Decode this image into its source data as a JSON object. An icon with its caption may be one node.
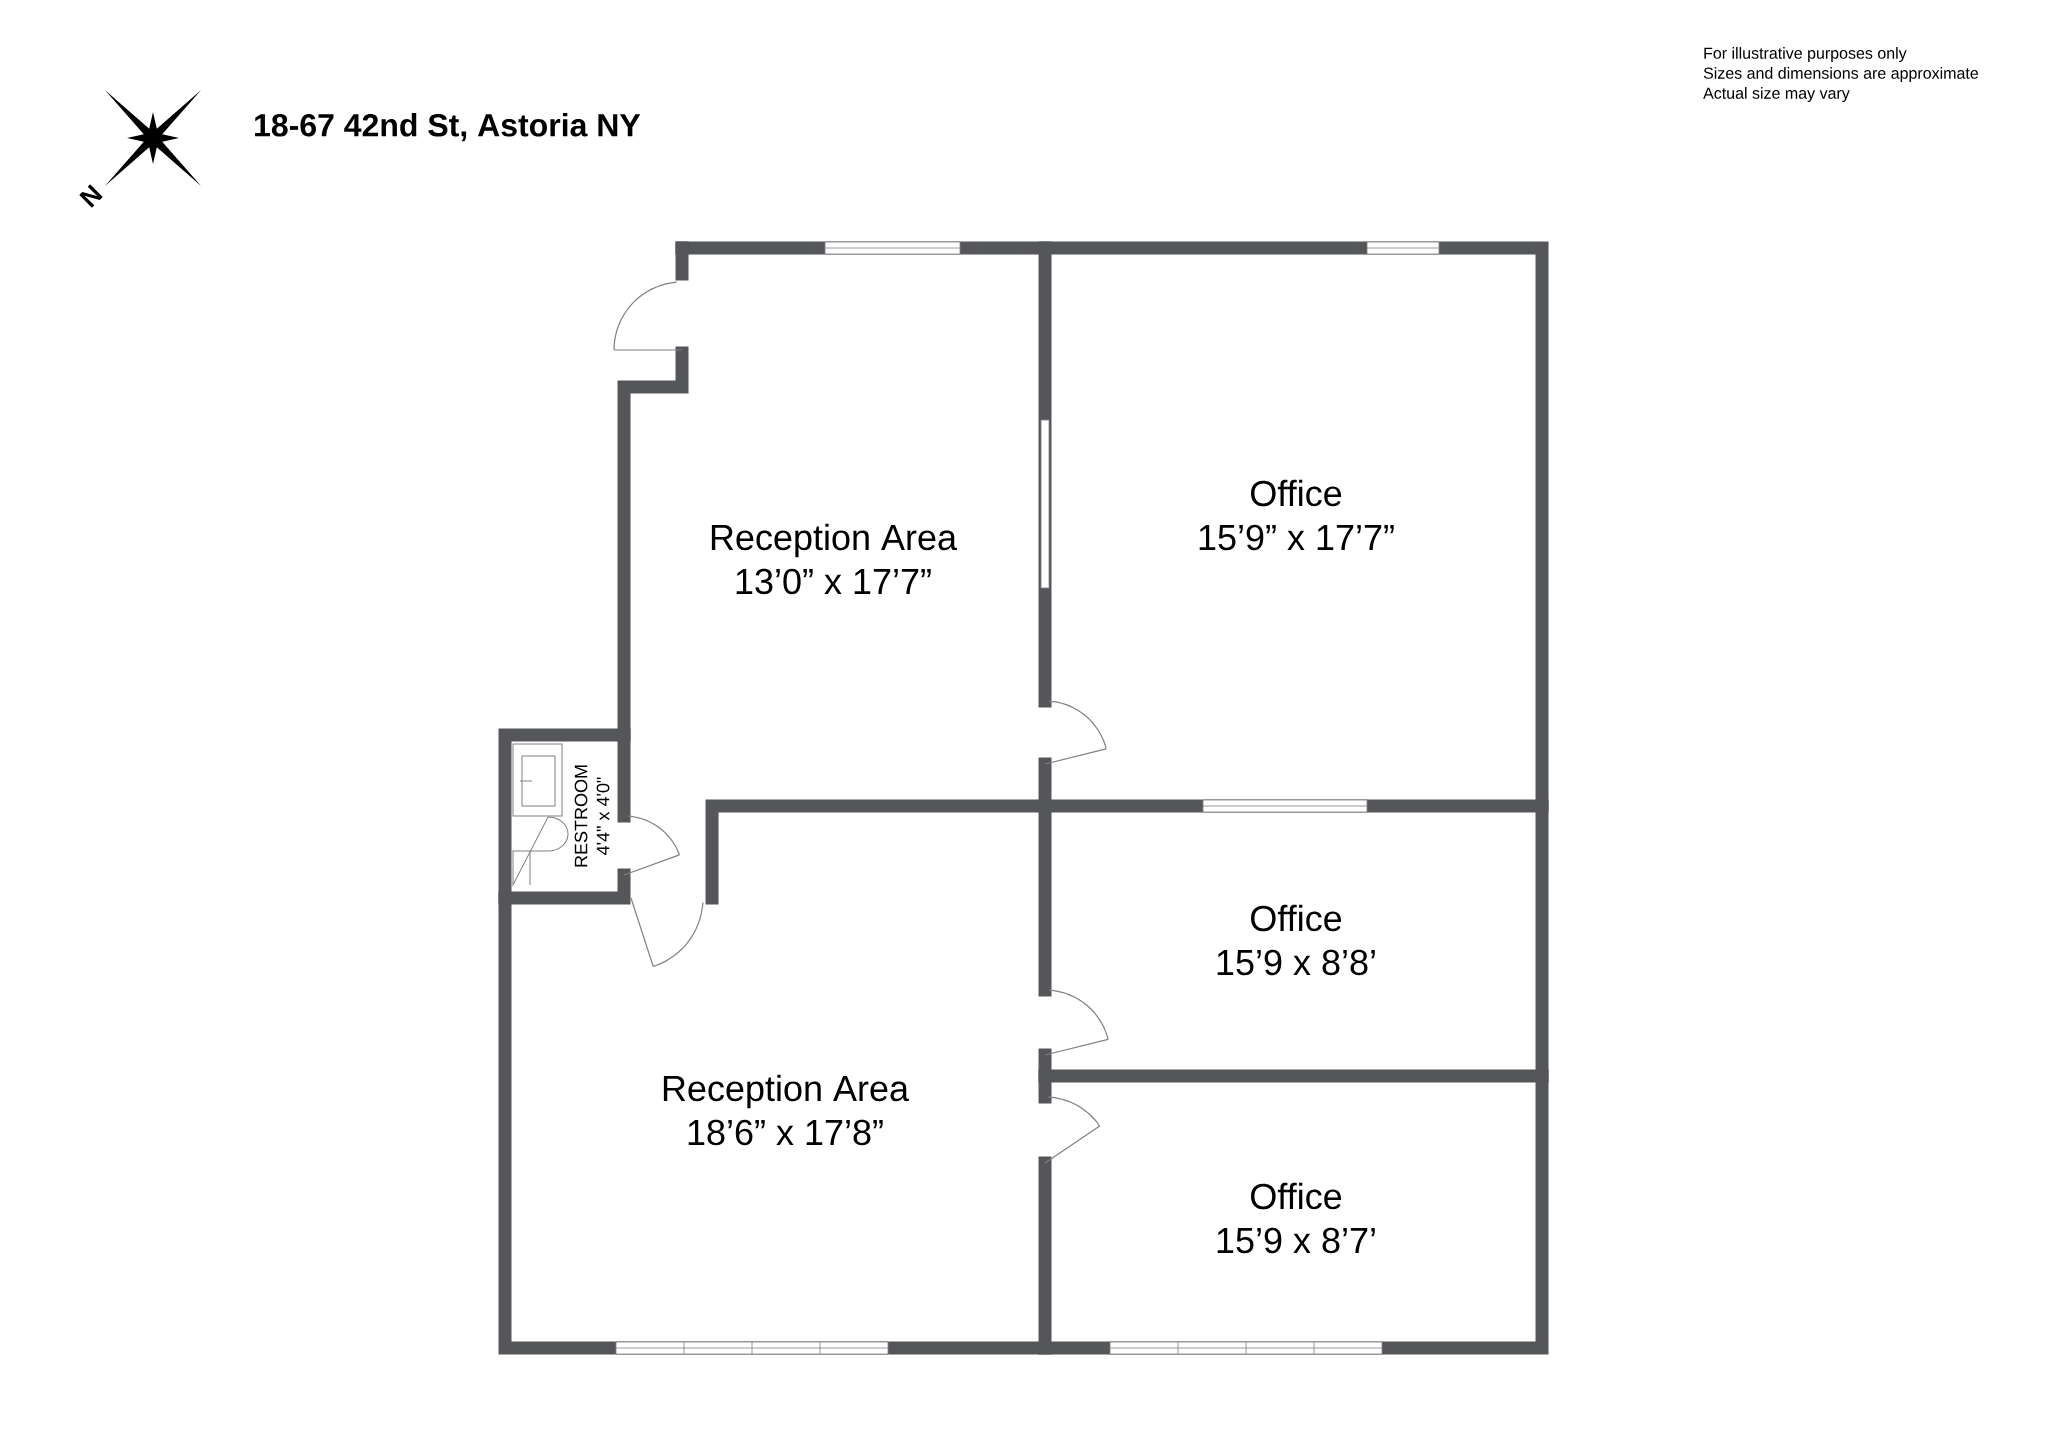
{
  "diagram": {
    "title": "18-67 42nd St, Astoria NY",
    "nodes": [
      {
        "text": [
          "Reception Area",
          "13’0”  x 17’7”"
        ]
      },
      {
        "text": [
          "Office",
          "15’9” x 17’7”"
        ]
      },
      {
        "text": [
          "RESTROOM",
          "4'4\" x 4'0\""
        ]
      },
      {
        "text": [
          "Office",
          "15’9 x 8’8’"
        ]
      },
      {
        "text": [
          "Reception Area",
          "18’6”  x 17’8”"
        ]
      },
      {
        "text": [
          "Office",
          "15’9 x 8’7’"
        ]
      }
    ],
    "labels": [
      "N",
      "For illustrative purposes only",
      "Sizes and dimensions are approximate",
      "Actual size may vary"
    ]
  }
}
